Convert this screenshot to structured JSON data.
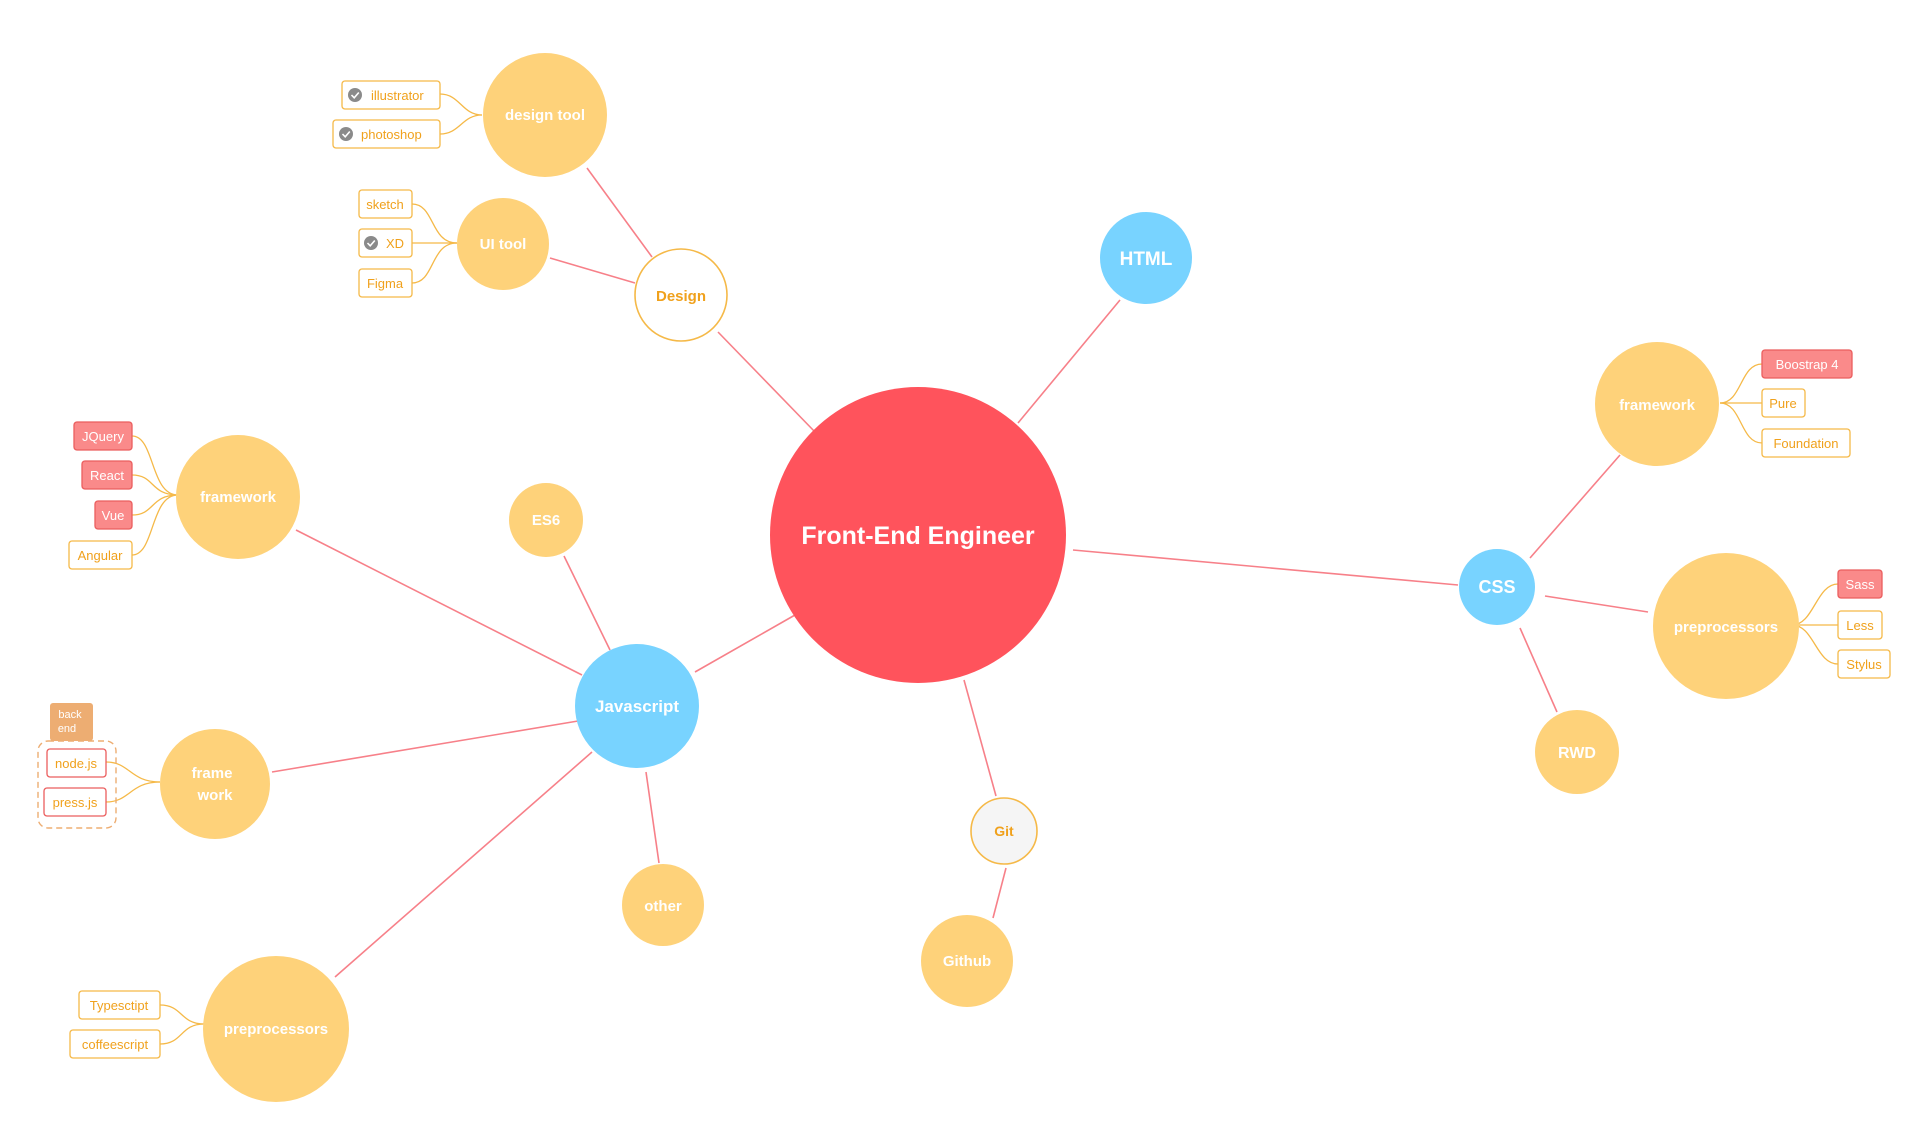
{
  "colors": {
    "root": "#FF535C",
    "blue": "#78D3FF",
    "orange": "#FED27A",
    "leaf_border": "#F5B948",
    "leaf_text": "#F0A11C",
    "tag_fill": "#FA8A8A",
    "tag_border": "#EB5E5E",
    "edge": "#F78089",
    "group_tag": "#EDAD72"
  },
  "nodes": {
    "root": "Front-End Engineer",
    "html": "HTML",
    "css": "CSS",
    "javascript": "Javascript",
    "design": "Design",
    "git": "Git",
    "github": "Github",
    "design_tool": "design tool",
    "ui_tool": "UI tool",
    "css_framework": "framework",
    "css_preprocessors": "preprocessors",
    "rwd": "RWD",
    "es6": "ES6",
    "js_framework": "framework",
    "frame_work_line1": "frame",
    "frame_work_line2": "work",
    "js_preprocessors": "preprocessors",
    "other": "other"
  },
  "leaves": {
    "illustrator": "illustrator",
    "photoshop": "photoshop",
    "sketch": "sketch",
    "xd": "XD",
    "figma": "Figma",
    "bootstrap": "Boostrap 4",
    "pure": "Pure",
    "foundation": "Foundation",
    "sass": "Sass",
    "less": "Less",
    "stylus": "Stylus",
    "jquery": "JQuery",
    "react": "React",
    "vue": "Vue",
    "angular": "Angular",
    "nodejs": "node.js",
    "pressjs": "press.js",
    "typescript": "Typesctipt",
    "coffeescript": "coffeescript"
  },
  "group_label": {
    "line1": "back",
    "line2": "end"
  }
}
